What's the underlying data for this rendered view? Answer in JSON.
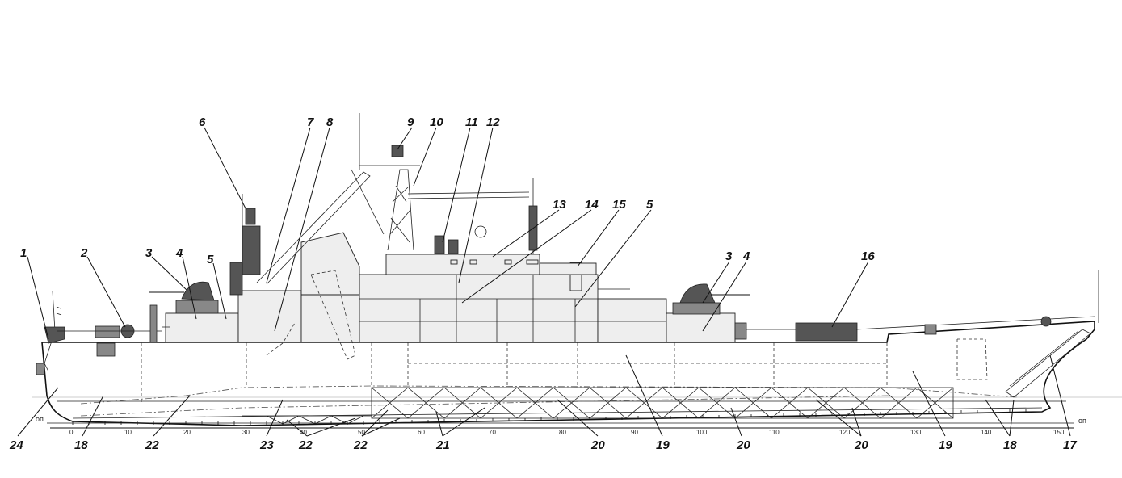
{
  "drawing": {
    "baseline_label_left": "оп",
    "baseline_label_right": "оп",
    "frame_numbers": [
      "0",
      "10",
      "20",
      "30",
      "40",
      "50",
      "60",
      "70",
      "80",
      "90",
      "100",
      "110",
      "120",
      "130",
      "140",
      "150"
    ],
    "top_callouts": [
      "1",
      "2",
      "3",
      "4",
      "5",
      "6",
      "7",
      "8",
      "9",
      "10",
      "11",
      "12",
      "13",
      "14",
      "15",
      "5",
      "3",
      "4",
      "16"
    ],
    "bottom_callouts": [
      "24",
      "18",
      "22",
      "23",
      "22",
      "22",
      "21",
      "20",
      "19",
      "20",
      "20",
      "19",
      "18",
      "17"
    ]
  },
  "colors": {
    "line": "#111111",
    "shade_dark": "#555555",
    "shade_mid": "#888888",
    "background": "#ffffff"
  }
}
